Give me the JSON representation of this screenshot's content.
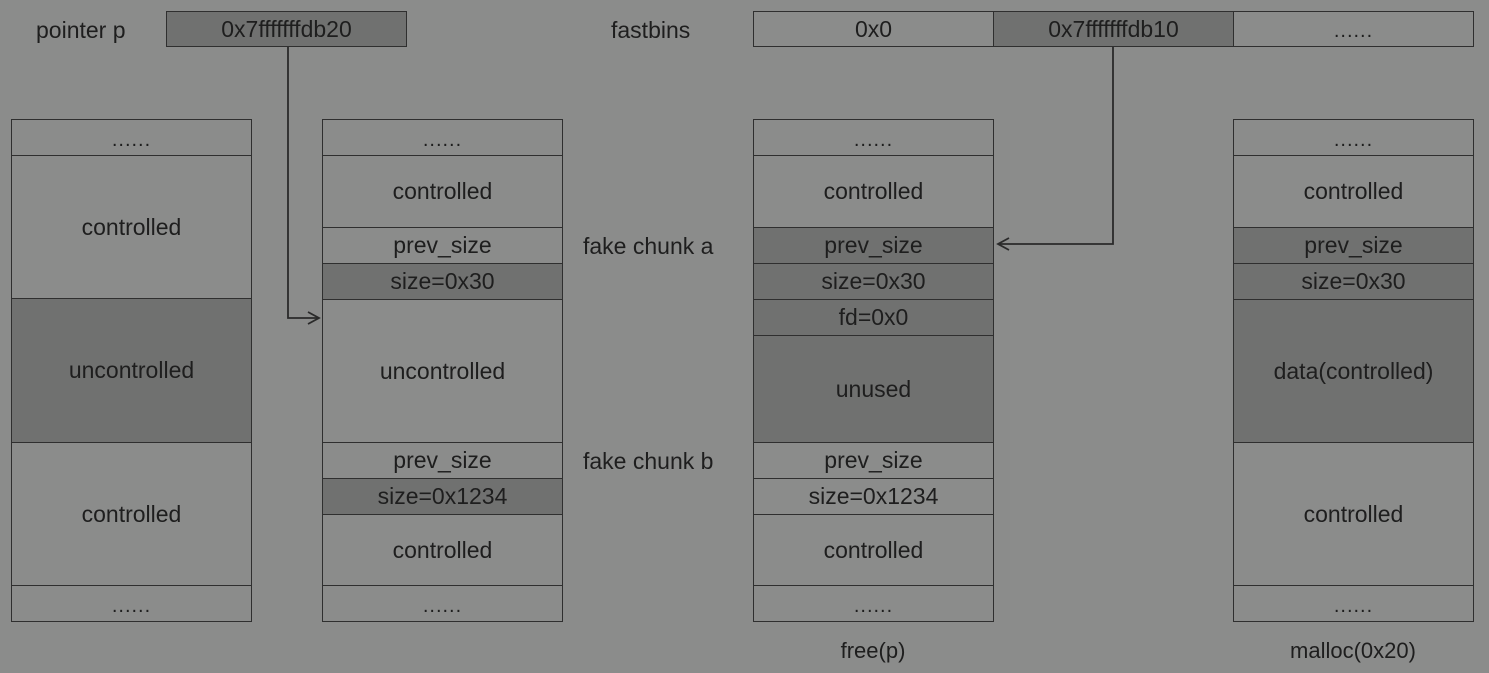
{
  "pointer": {
    "label": "pointer p",
    "value": "0x7fffffffdb20"
  },
  "fastbins": {
    "label": "fastbins",
    "slots": [
      "0x0",
      "0x7fffffffdb10",
      "......"
    ]
  },
  "fake_labels": {
    "a": "fake chunk a",
    "b": "fake chunk b"
  },
  "col1": [
    "......",
    "controlled",
    "uncontrolled",
    "controlled",
    "......"
  ],
  "col2": [
    "......",
    "controlled",
    "prev_size",
    "size=0x30",
    "uncontrolled",
    "prev_size",
    "size=0x1234",
    "controlled",
    "......"
  ],
  "col3": [
    "......",
    "controlled",
    "prev_size",
    "size=0x30",
    "fd=0x0",
    "unused",
    "prev_size",
    "size=0x1234",
    "controlled",
    "......"
  ],
  "col4": [
    "......",
    "controlled",
    "prev_size",
    "size=0x30",
    "data(controlled)",
    "controlled",
    "......"
  ],
  "captions": {
    "col3": "free(p)",
    "col4": "malloc(0x20)"
  }
}
